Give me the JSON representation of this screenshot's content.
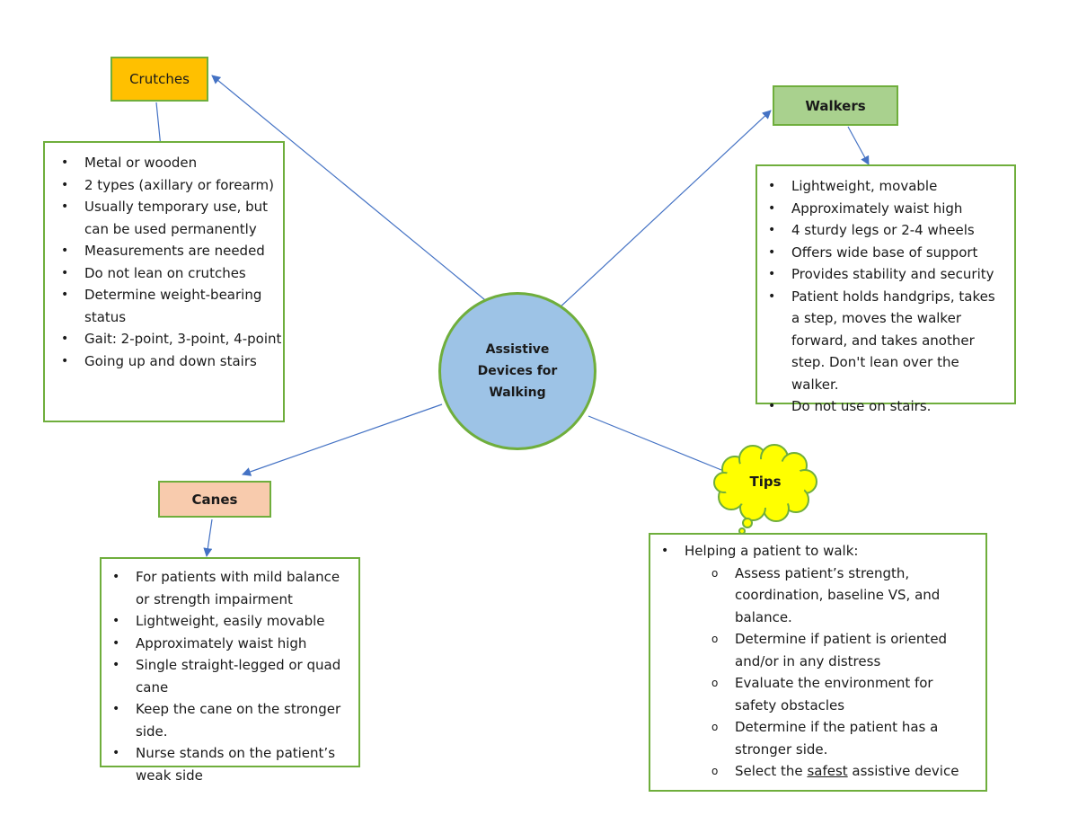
{
  "center": {
    "title": "Assistive Devices for Walking"
  },
  "crutches": {
    "label": "Crutches",
    "items": [
      "Metal or wooden",
      "2 types (axillary or forearm)",
      "Usually temporary use, but can be used permanently",
      "Measurements are needed",
      "Do not lean on crutches",
      "Determine weight-bearing status",
      "Gait: 2-point, 3-point, 4-point",
      "Going up and down stairs"
    ]
  },
  "walkers": {
    "label": "Walkers",
    "items": [
      "Lightweight, movable",
      "Approximately waist high",
      "4 sturdy legs or 2-4 wheels",
      "Offers wide base of support",
      "Provides stability and security",
      "Patient holds handgrips, takes a step, moves the walker forward, and takes another step. Don't lean over the walker.",
      "Do not use on stairs."
    ]
  },
  "canes": {
    "label": "Canes",
    "items": [
      "For patients with mild balance or strength impairment",
      "Lightweight, easily movable",
      "Approximately waist high",
      "Single straight-legged or quad cane",
      "Keep the cane on the stronger side.",
      "Nurse stands on the patient’s weak side"
    ]
  },
  "tips": {
    "label": "Tips",
    "heading": "Helping a patient to walk:",
    "subitems": [
      "Assess patient’s strength, coordination, baseline VS, and balance.",
      "Determine if patient is oriented and/or in any distress",
      "Evaluate the environment for safety obstacles",
      "Determine if the patient has a stronger side."
    ],
    "last_prefix": "Select the ",
    "last_emphasis": "safest",
    "last_suffix": " assistive device"
  },
  "colors": {
    "crutches_fill": "#ffc000",
    "walkers_fill": "#a9d18e",
    "canes_fill": "#f8cbad",
    "center_fill": "#9dc3e6",
    "tips_fill": "#ffff00",
    "border": "#6fae3c",
    "arrow": "#4472c4"
  }
}
